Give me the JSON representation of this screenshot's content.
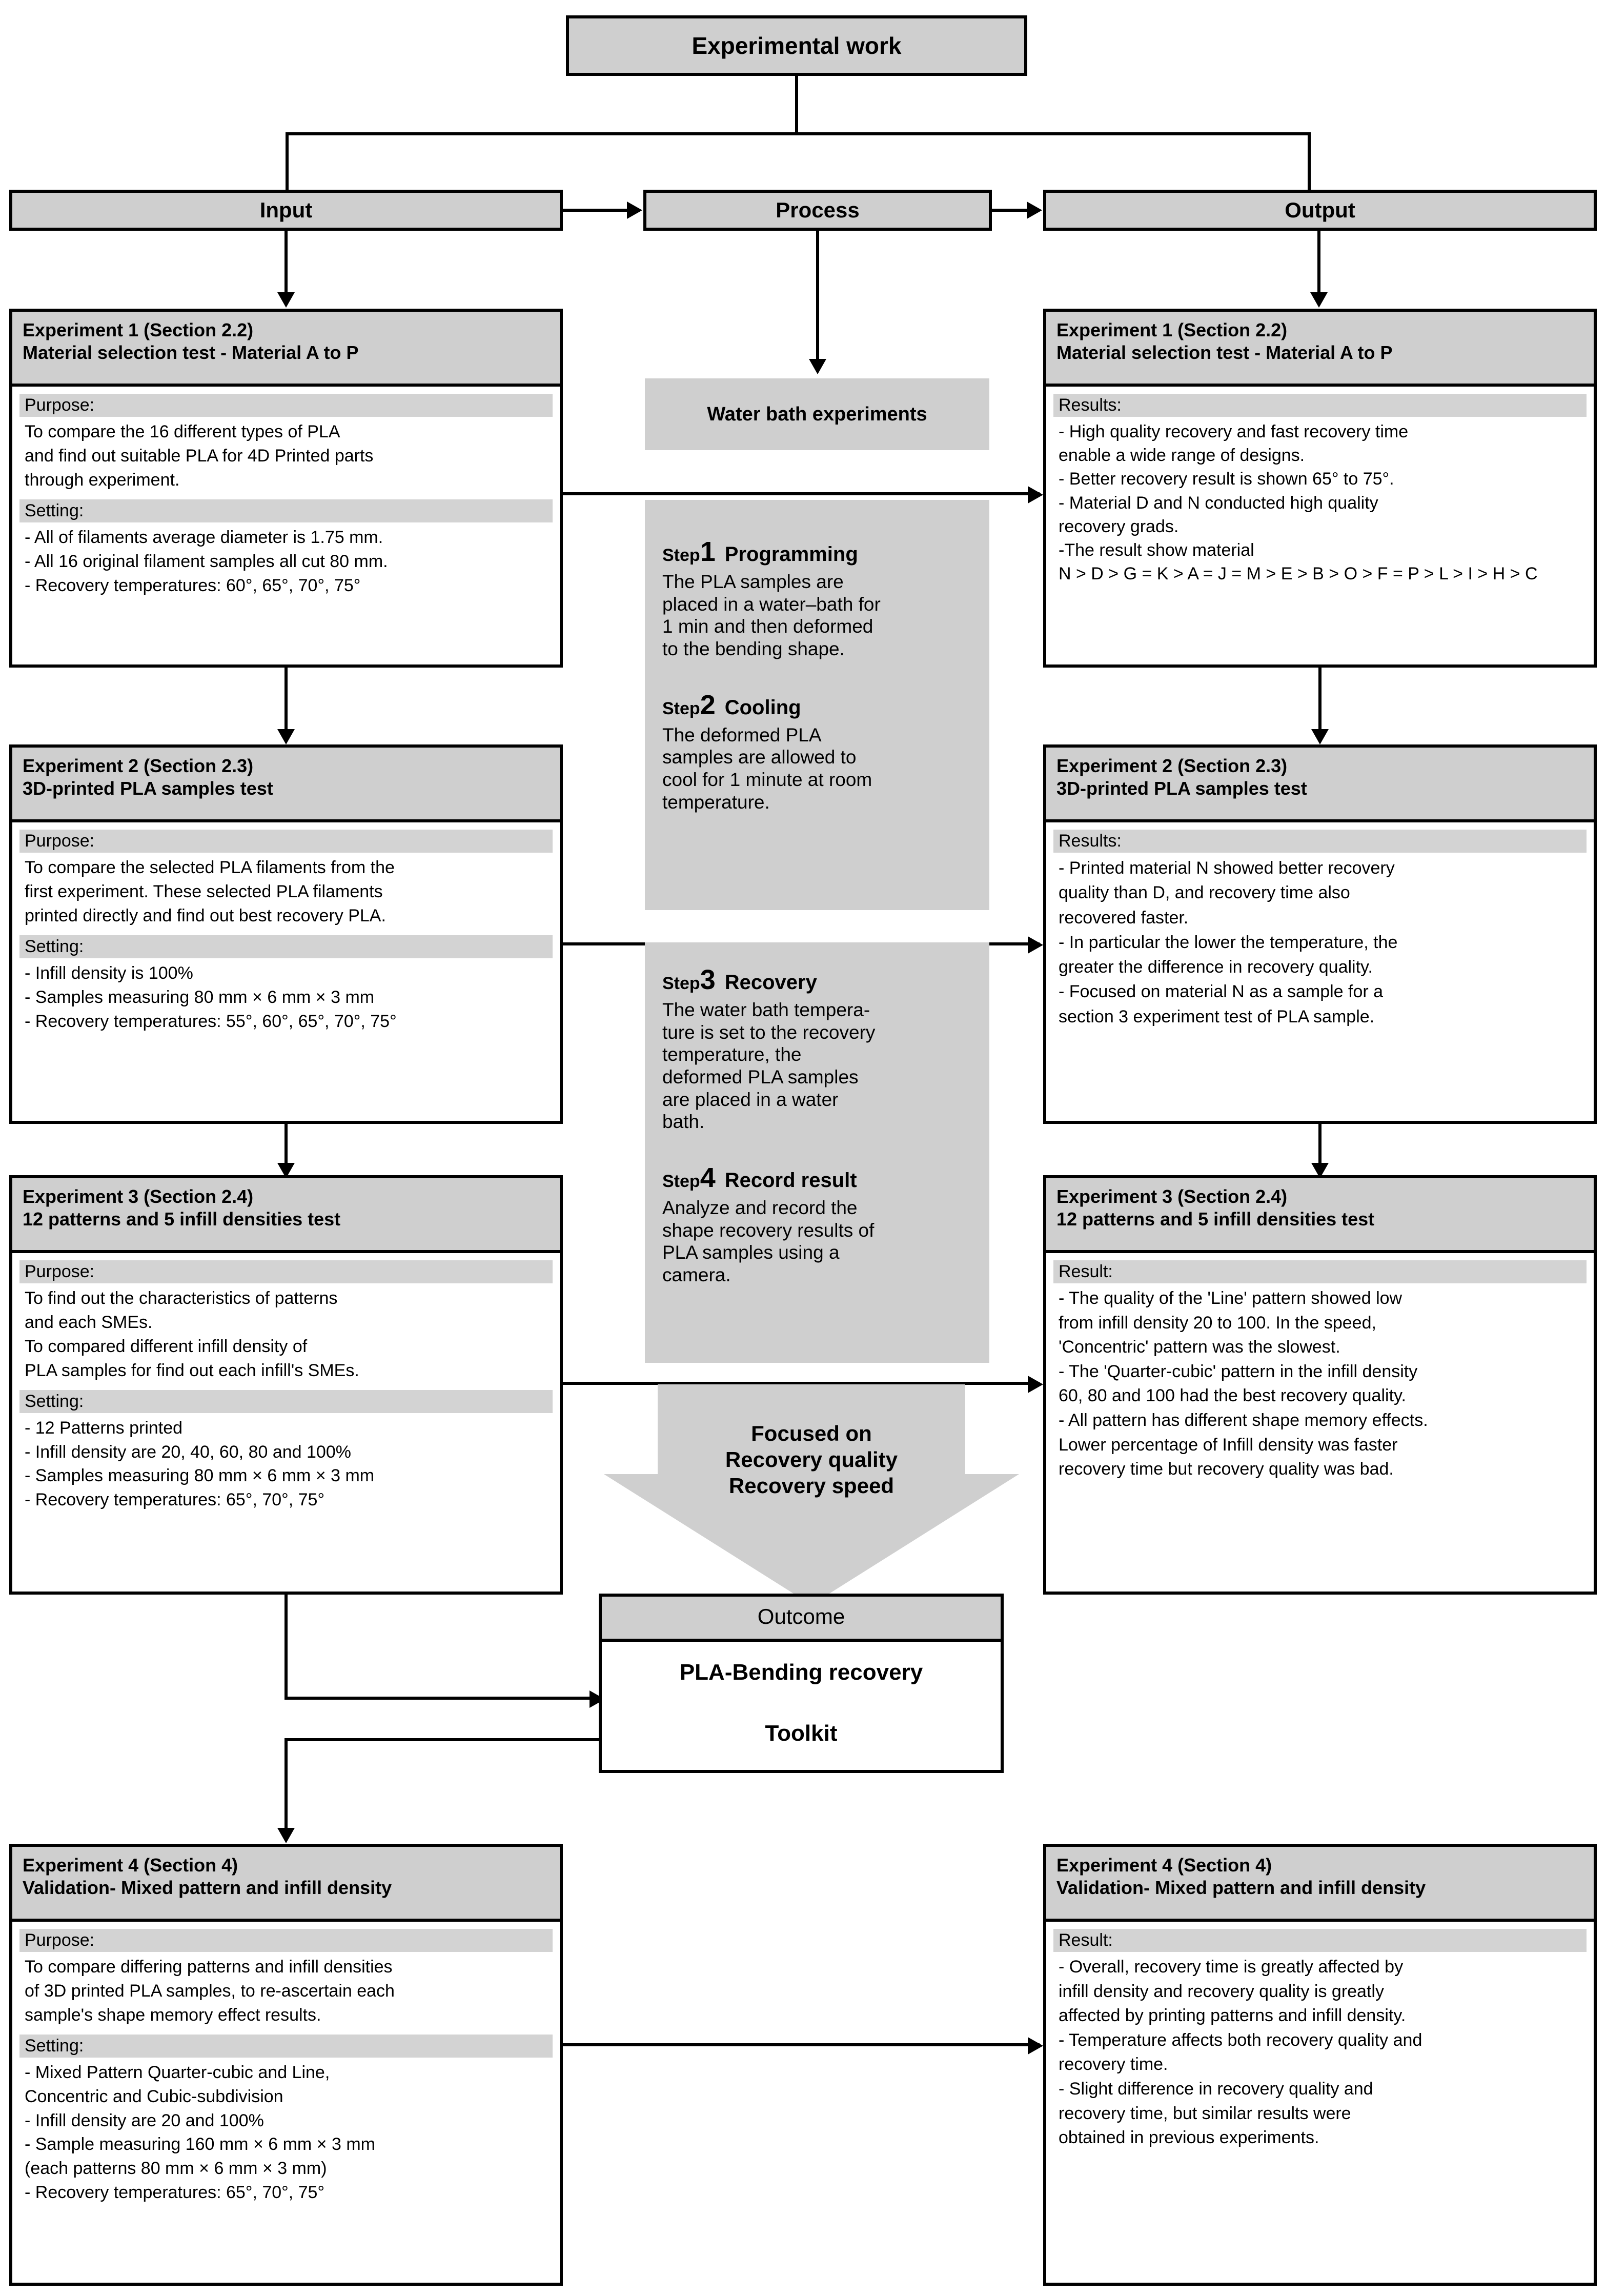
{
  "title_box": {
    "label": "Experimental work"
  },
  "columns": [
    {
      "id": "input",
      "label": "Input"
    },
    {
      "id": "process",
      "label": "Process"
    },
    {
      "id": "output",
      "label": "Output"
    }
  ],
  "labels": {
    "purpose": "Purpose:",
    "setting": "Setting:",
    "results": "Results:",
    "result": "Result:"
  },
  "input_cards": [
    {
      "title": "Experiment 1 (Section 2.2)\nMaterial selection test - Material A to P",
      "purpose_label": "Purpose:",
      "purpose": "To compare the 16 different types of PLA\nand find out suitable PLA for 4D Printed parts\nthrough experiment.",
      "setting_label": "Setting:",
      "setting": "- All of filaments average diameter is 1.75 mm.\n- All 16 original filament samples all cut 80 mm.\n- Recovery temperatures: 60°, 65°, 70°, 75°"
    },
    {
      "title": "Experiment 2 (Section 2.3)\n3D-printed PLA samples test",
      "purpose_label": "Purpose:",
      "purpose": "To compare the selected PLA filaments from the\nfirst experiment. These selected PLA filaments\nprinted directly and find out best recovery PLA.",
      "setting_label": "Setting:",
      "setting": "- Infill density is 100%\n- Samples measuring 80 mm × 6 mm × 3 mm\n- Recovery temperatures: 55°, 60°, 65°, 70°, 75°"
    },
    {
      "title": "Experiment 3 (Section 2.4)\n12 patterns and 5 infill densities test",
      "purpose_label": "Purpose:",
      "purpose": "To find out the characteristics of patterns\nand each SMEs.\nTo compared different infill density of\nPLA samples for find out each infill's SMEs.",
      "setting_label": "Setting:",
      "setting": "- 12 Patterns printed\n- Infill density are 20, 40, 60, 80 and 100%\n- Samples measuring 80 mm × 6 mm × 3 mm\n- Recovery temperatures: 65°, 70°, 75°"
    },
    {
      "title": "Experiment 4 (Section 4)\nValidation- Mixed pattern and infill density",
      "purpose_label": "Purpose:",
      "purpose": "To compare differing patterns and infill densities\nof 3D printed PLA samples, to re-ascertain each\nsample's shape memory effect results.",
      "setting_label": "Setting:",
      "setting": "- Mixed Pattern Quarter-cubic and Line,\n   Concentric and Cubic-subdivision\n- Infill density are 20 and 100%\n- Sample measuring  160 mm × 6 mm × 3 mm\n   (each patterns 80 mm × 6 mm × 3 mm)\n- Recovery temperatures: 65°, 70°, 75°"
    }
  ],
  "output_cards": [
    {
      "title": "Experiment 1 (Section 2.2)\nMaterial selection test - Material A to P",
      "result_label": "Results:",
      "result": "- High quality recovery and fast recovery time\n   enable a wide range of designs.\n- Better recovery result is shown 65° to 75°.\n- Material D and N conducted high quality\n   recovery grads.\n-The result show material\nN > D > G = K > A = J = M > E > B > O > F = P > L > I > H > C"
    },
    {
      "title": "Experiment 2 (Section 2.3)\n3D-printed PLA samples test",
      "result_label": "Results:",
      "result": "- Printed material N showed better recovery\n   quality than D, and recovery time also\n   recovered faster.\n- In particular the lower the temperature, the\n   greater the difference in recovery quality.\n- Focused on material N as a sample for a\n   section 3 experiment test of PLA sample."
    },
    {
      "title": "Experiment 3 (Section 2.4)\n12 patterns and 5 infill densities test",
      "result_label": "Result:",
      "result": " - The quality of the 'Line' pattern showed low\nfrom infill density 20 to 100. In the speed,\n'Concentric' pattern was the slowest.\n- The 'Quarter-cubic' pattern in the infill density\n60, 80 and 100 had the best recovery quality.\n- All pattern has different shape memory effects.\nLower percentage of Infill density was faster\nrecovery time but recovery quality was bad."
    },
    {
      "title": "Experiment 4 (Section 4)\nValidation- Mixed pattern and infill density",
      "result_label": "Result:",
      "result": "- Overall, recovery time is greatly affected by\n   infill density and recovery quality is greatly\n   affected by printing patterns and  infill density.\n- Temperature affects both recovery quality and\n   recovery time.\n- Slight difference in recovery quality and\n   recovery time, but similar results were\n   obtained in previous experiments."
    }
  ],
  "process": {
    "water_bath_label": "Water bath experiments",
    "steps": [
      {
        "step_word": "Step",
        "number": "1",
        "name": "Programming",
        "text": "The PLA samples are\nplaced in a water–bath for\n1 min and then deformed\nto the bending shape."
      },
      {
        "step_word": "Step",
        "number": "2",
        "name": "Cooling",
        "text": "The deformed PLA\nsamples are allowed to\ncool for 1 minute at room\ntemperature."
      },
      {
        "step_word": "Step",
        "number": "3",
        "name": "Recovery",
        "text": "The water bath tempera-\nture is set to the recovery\ntemperature, the\ndeformed PLA samples\nare placed in a water\nbath."
      },
      {
        "step_word": "Step",
        "number": "4",
        "name": "Record result",
        "text": "Analyze and record the\nshape recovery results of\nPLA samples using a\ncamera."
      }
    ],
    "focus_arrow_text": "Focused on\nRecovery quality\nRecovery speed"
  },
  "outcome": {
    "header": "Outcome",
    "body": "PLA-Bending recovery\n\nToolkit"
  },
  "colors": {
    "band_grey": "#cfcfcf",
    "sub_grey": "#d3d3d3",
    "line": "#000000",
    "page_bg": "#ffffff"
  }
}
